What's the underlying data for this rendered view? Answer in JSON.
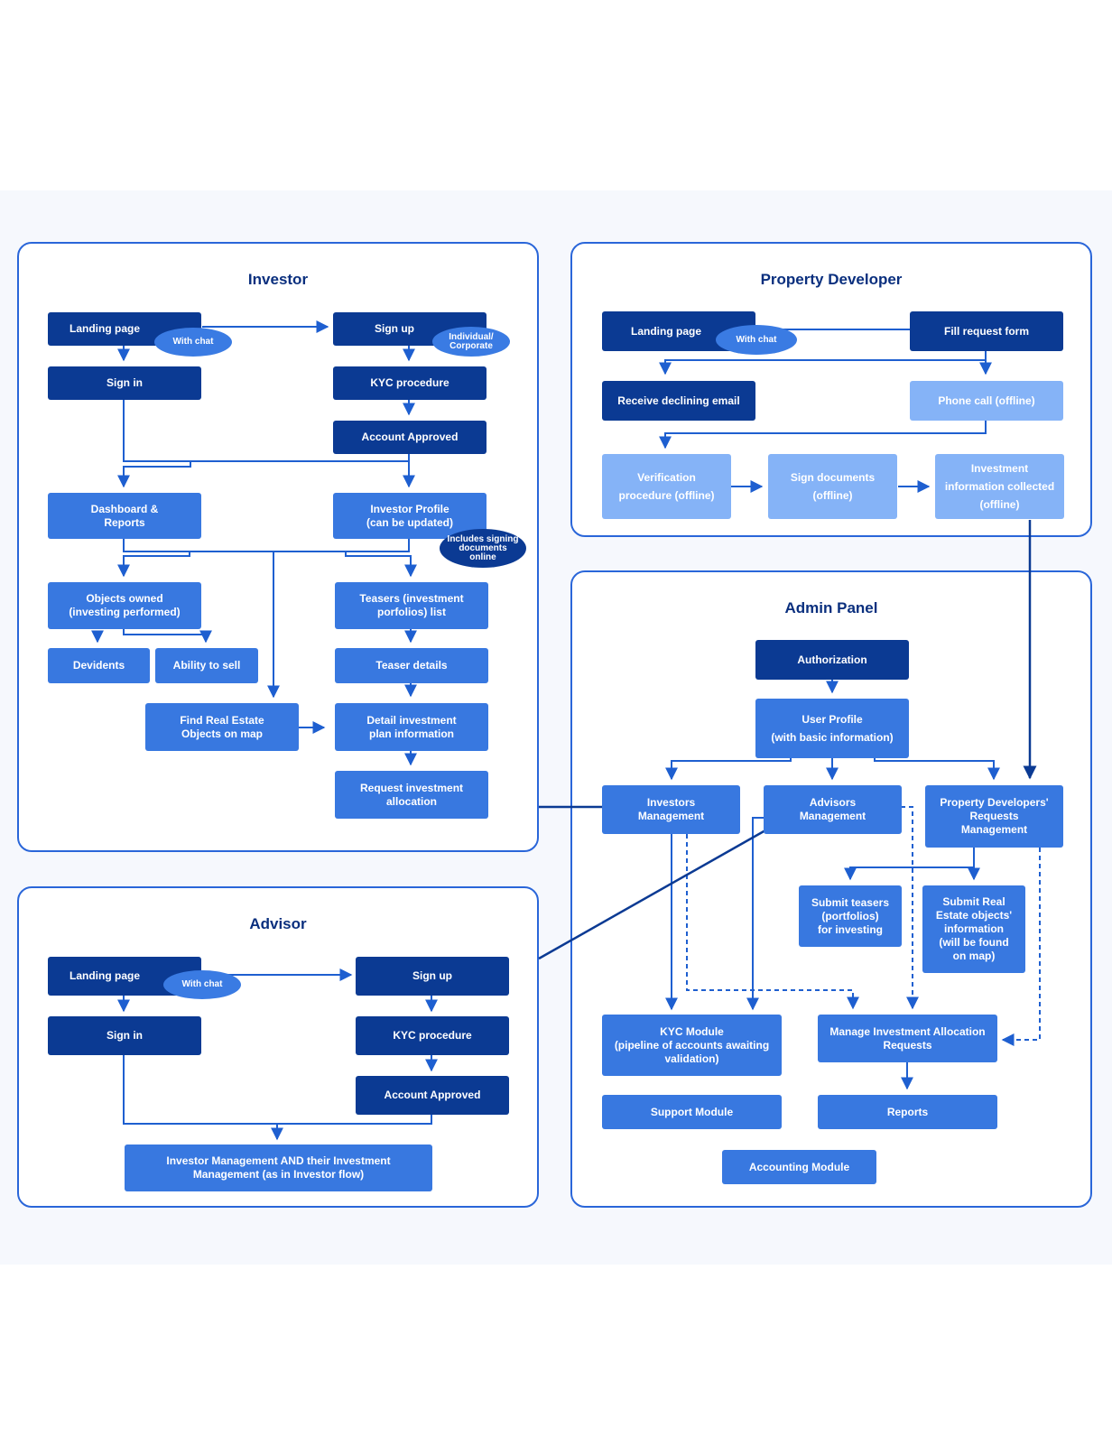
{
  "panels": {
    "investor": "Investor",
    "property_developer": "Property Developer",
    "admin": "Admin Panel",
    "advisor": "Advisor"
  },
  "investor": {
    "landing": "Landing page",
    "with_chat": "With chat",
    "signup": "Sign up",
    "signup_tag": "Individual/\nCorporate",
    "signin": "Sign in",
    "kyc": "KYC procedure",
    "approved": "Account Approved",
    "dashboard": "Dashboard &\nReports",
    "profile": "Investor Profile\n(can be updated)",
    "profile_tag": "Includes signing\ndocuments\nonline",
    "objects": "Objects owned\n(investing performed)",
    "teasers": "Teasers (investment\nporfolios) list",
    "devidents": "Devidents",
    "sell": "Ability to sell",
    "teaser_details": "Teaser details",
    "find": "Find Real Estate\nObjects on map",
    "detail_plan": "Detail investment\nplan information",
    "request_alloc": "Request investment\nallocation"
  },
  "developer": {
    "landing": "Landing page",
    "with_chat": "With chat",
    "fill_form": "Fill request form",
    "declining": "Receive declining email",
    "phone": "Phone call (offline)",
    "verification": "Verification\nprocedure (offline)",
    "sign_docs": "Sign documents\n(offline)",
    "info_collected": "Investment\ninformation collected\n(offline)"
  },
  "admin": {
    "authorization": "Authorization",
    "user_profile": "User Profile\n(with basic information)",
    "investors_mgmt": "Investors\nManagement",
    "advisors_mgmt": "Advisors\nManagement",
    "pd_requests": "Property Developers'\nRequests\nManagement",
    "submit_teasers": "Submit teasers\n(portfolios)\nfor investing",
    "submit_objects": "Submit Real\nEstate objects'\ninformation\n(will be found\non map)",
    "kyc_module": "KYC Module\n(pipeline of accounts awaiting\nvalidation)",
    "manage_alloc": "Manage Investment Allocation\nRequests",
    "support": "Support Module",
    "reports": "Reports",
    "accounting": "Accounting Module"
  },
  "advisor": {
    "landing": "Landing page",
    "with_chat": "With chat",
    "signup": "Sign up",
    "signin": "Sign in",
    "kyc": "KYC procedure",
    "approved": "Account Approved",
    "investor_mgmt": "Investor Management AND their Investment\nManagement (as in Investor flow)"
  },
  "colors": {
    "dark_node": "#0b3a93",
    "mid_node": "#3878e0",
    "light_node": "#85b3f7",
    "line": "#1e5fd0",
    "panel_border": "#2a66d9",
    "title": "#0a2f7e"
  }
}
